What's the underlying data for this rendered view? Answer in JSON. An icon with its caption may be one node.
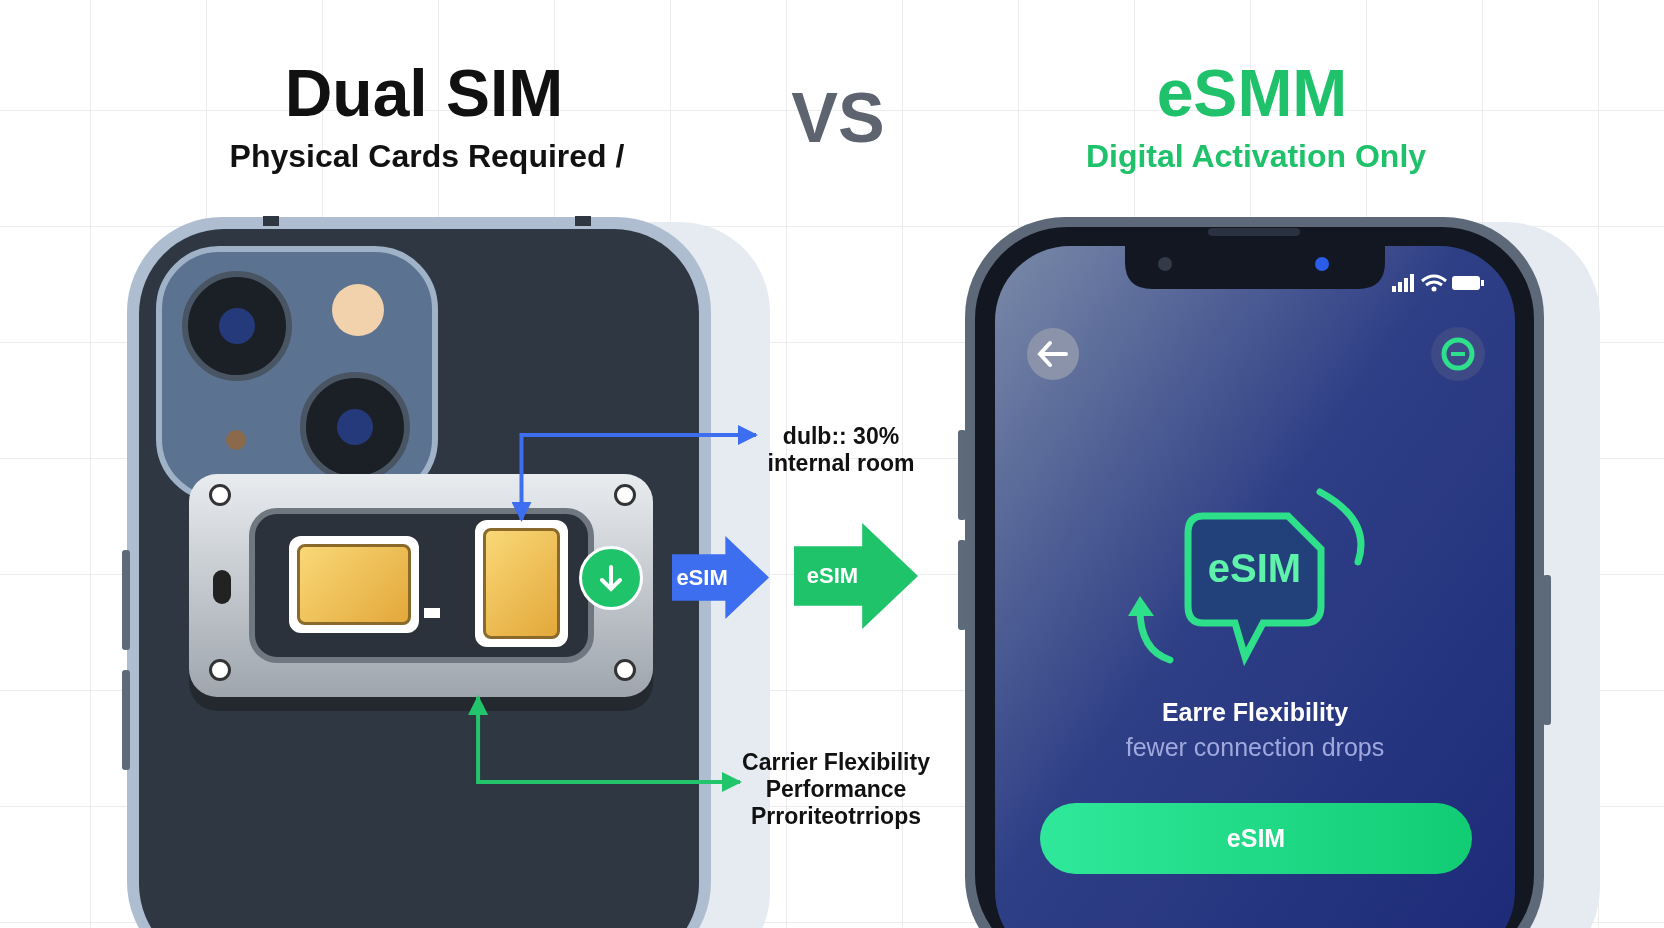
{
  "diagram": {
    "nodes": [
      {
        "text": [
          "dulb:: 30% internal room"
        ]
      },
      {
        "text": [],
        "shape": "picture"
      },
      {
        "text": [],
        "shape": "picture",
        "in": 1
      },
      {
        "text": [],
        "shape": "picture",
        "in": 1
      },
      {
        "text": [
          "eSIM"
        ]
      },
      {
        "text": [
          "eSIM"
        ]
      },
      {
        "text": [
          "eSIM"
        ]
      },
      {
        "text": [
          "eSIM"
        ]
      },
      {
        "text": [
          "Carrier Flexibility Performance Prroriteotrriops"
        ]
      }
    ],
    "edges": [
      {
        "from": 3,
        "to": 0,
        "arrow": "both",
        "color": "#3d6ef0"
      },
      {
        "from": 1,
        "to": 8,
        "arrow": "both",
        "color": "#22c56b"
      }
    ],
    "labels": [
      "Dual SIM",
      "Physical Cards Required /",
      "VS",
      "eSMM",
      "Digital Activation Only",
      "Earre Flexibility",
      "fewer connection drops"
    ]
  }
}
